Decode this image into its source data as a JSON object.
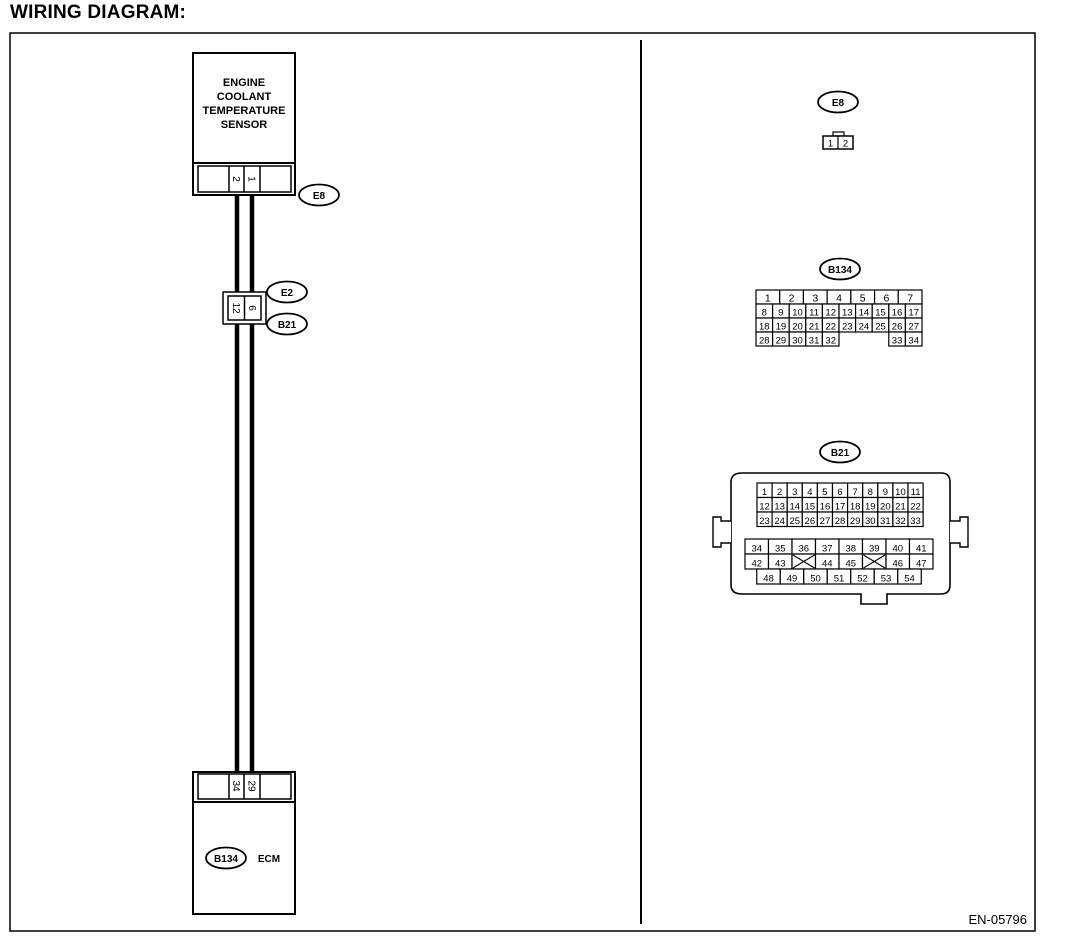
{
  "heading": "WIRING DIAGRAM:",
  "figure_code": "EN-05796",
  "sensor": {
    "lines": [
      "ENGINE",
      "COOLANT",
      "TEMPERATURE",
      "SENSOR"
    ],
    "connector": "E8",
    "pins": [
      "2",
      "1"
    ]
  },
  "joint": {
    "upper_connector": "E2",
    "lower_connector": "B21",
    "pins": [
      "12",
      "6"
    ]
  },
  "ecm": {
    "label": "ECM",
    "connector": "B134",
    "pins": [
      "34",
      "29"
    ]
  },
  "connector_views": {
    "e8": {
      "label": "E8",
      "pins": [
        "1",
        "2"
      ]
    },
    "b134": {
      "label": "B134",
      "rows": [
        [
          "1",
          "2",
          "3",
          "4",
          "5",
          "6",
          "7"
        ],
        [
          "8",
          "9",
          "10",
          "11",
          "12",
          "13",
          "14",
          "15",
          "16",
          "17"
        ],
        [
          "18",
          "19",
          "20",
          "21",
          "22",
          "23",
          "24",
          "25",
          "26",
          "27"
        ],
        [
          "28",
          "29",
          "30",
          "31",
          "32",
          "",
          "",
          "",
          "33",
          "34"
        ]
      ]
    },
    "b21": {
      "label": "B21",
      "top_rows": [
        [
          "1",
          "2",
          "3",
          "4",
          "5",
          "6",
          "7",
          "8",
          "9",
          "10",
          "11"
        ],
        [
          "12",
          "13",
          "14",
          "15",
          "16",
          "17",
          "18",
          "19",
          "20",
          "21",
          "22"
        ],
        [
          "23",
          "24",
          "25",
          "26",
          "27",
          "28",
          "29",
          "30",
          "31",
          "32",
          "33"
        ]
      ],
      "bottom_rows": [
        [
          "34",
          "35",
          "36",
          "37",
          "38",
          "39",
          "40",
          "41"
        ],
        [
          "42",
          "43",
          "X",
          "44",
          "45",
          "X",
          "46",
          "47"
        ],
        [
          "48",
          "49",
          "50",
          "51",
          "52",
          "53",
          "54"
        ]
      ]
    }
  }
}
